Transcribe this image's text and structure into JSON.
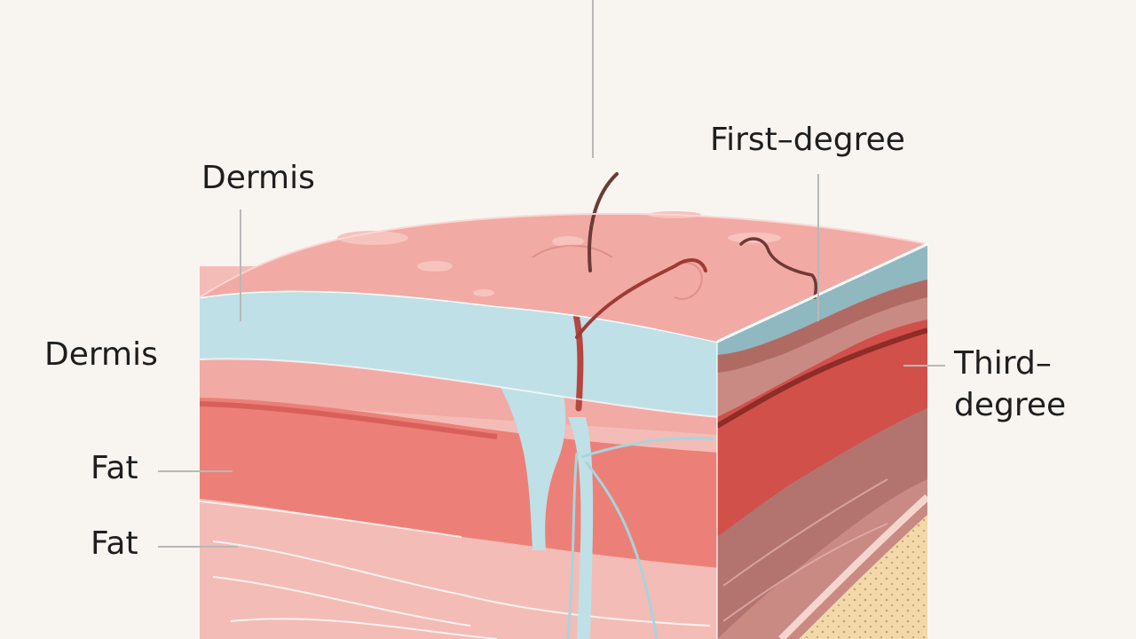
{
  "labels": {
    "dermis_top": "Dermis",
    "dermis_left": "Dermis",
    "fat_upper": "Fat",
    "fat_lower": "Fat",
    "first_degree": "First–degree",
    "third_degree": "Third–degree"
  },
  "colors": {
    "background": "#f8f5f0",
    "epidermis_surface": "#f2aaa4",
    "dermis_blue": "#bfe0e6",
    "dermis_blue_side": "#8fb8c0",
    "muscle_red": "#ec8078",
    "fat_pink": "#f4bcb6",
    "fat_yellow": "#f1d9aa",
    "burn_dark": "#9e3b36",
    "leader_line": "#b8b8b8"
  }
}
